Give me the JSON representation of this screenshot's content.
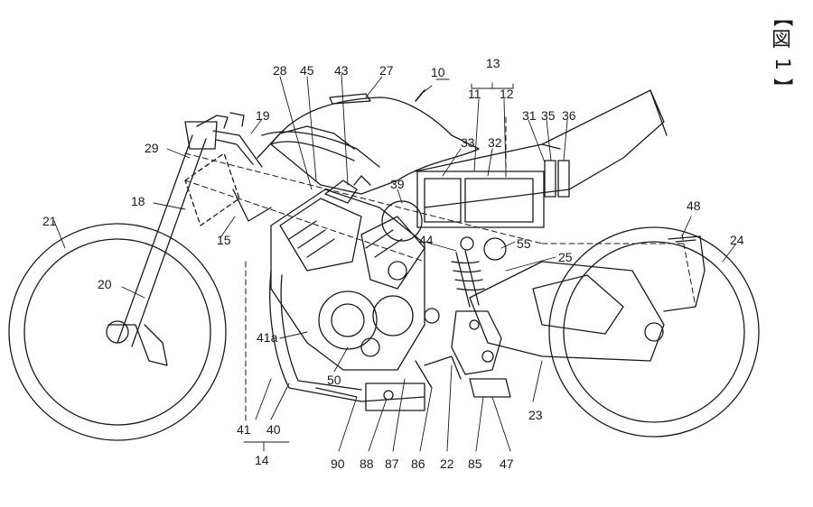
{
  "figure": {
    "bracket_open": "【",
    "kanji": "図",
    "number": "1",
    "bracket_close": "】"
  },
  "labels": {
    "l10": "10",
    "l11": "11",
    "l12": "12",
    "l13": "13",
    "l14": "14",
    "l15": "15",
    "l18": "18",
    "l19": "19",
    "l20": "20",
    "l21": "21",
    "l22": "22",
    "l23": "23",
    "l24": "24",
    "l25": "25",
    "l27": "27",
    "l28": "28",
    "l29": "29",
    "l31": "31",
    "l32": "32",
    "l33": "33",
    "l35": "35",
    "l36": "36",
    "l39": "39",
    "l40": "40",
    "l41": "41",
    "l41a": "41a",
    "l43": "43",
    "l44": "44",
    "l45": "45",
    "l47": "47",
    "l48": "48",
    "l50": "50",
    "l55": "55",
    "l85": "85",
    "l86": "86",
    "l87": "87",
    "l88": "88",
    "l90": "90"
  },
  "colors": {
    "line": "#1a1a1a",
    "background": "#ffffff"
  }
}
